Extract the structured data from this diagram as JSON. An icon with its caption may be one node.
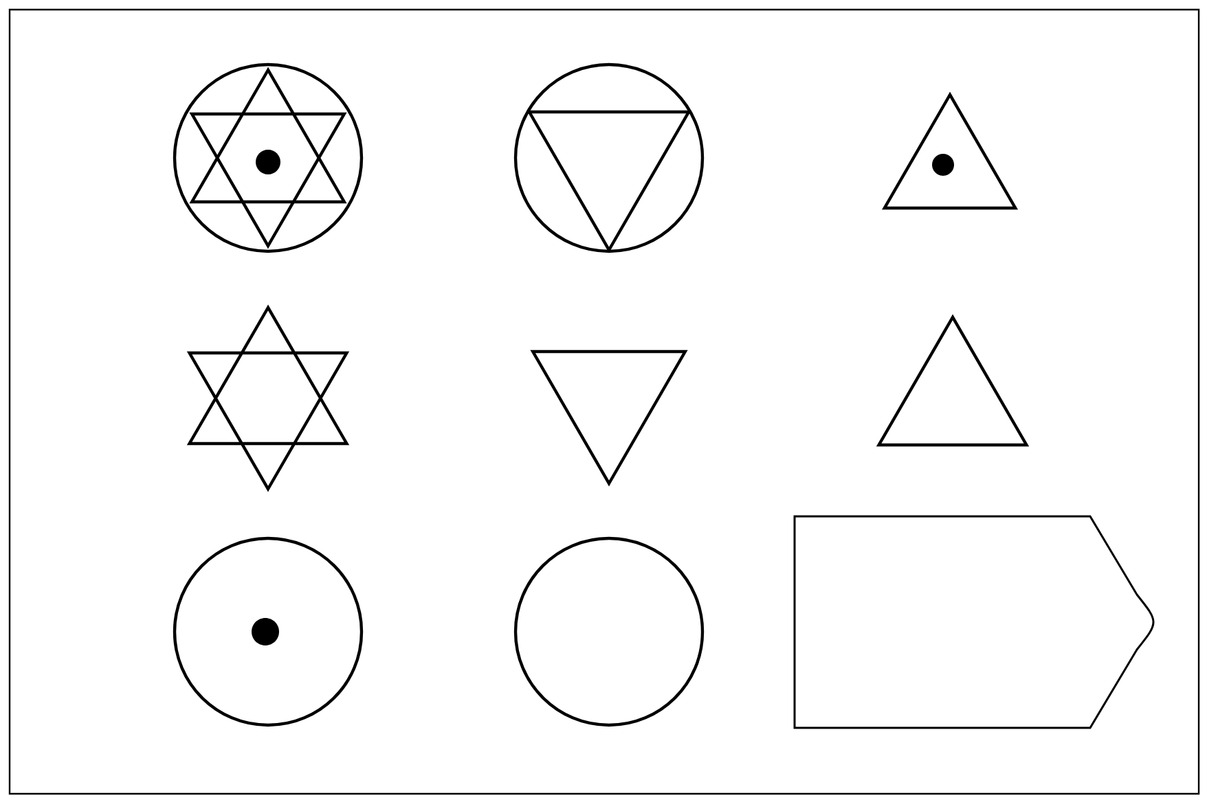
{
  "diagram": {
    "nodes": [
      {
        "text": [],
        "shape": "circle"
      },
      {
        "text": [],
        "shape": "hexagram",
        "in": 0
      },
      {
        "text": [],
        "shape": "dot",
        "in": 1
      },
      {
        "text": [],
        "shape": "circle"
      },
      {
        "text": [],
        "shape": "triangle",
        "in": 3
      },
      {
        "text": [],
        "shape": "triangle"
      },
      {
        "text": [],
        "shape": "dot",
        "in": 5
      },
      {
        "text": [],
        "shape": "hexagram"
      },
      {
        "text": [],
        "shape": "triangle"
      },
      {
        "text": [],
        "shape": "triangle"
      },
      {
        "text": [],
        "shape": "circle"
      },
      {
        "text": [],
        "shape": "dot",
        "in": 10
      },
      {
        "text": [],
        "shape": "circle"
      },
      {
        "text": [],
        "shape": "pentagon"
      }
    ]
  }
}
